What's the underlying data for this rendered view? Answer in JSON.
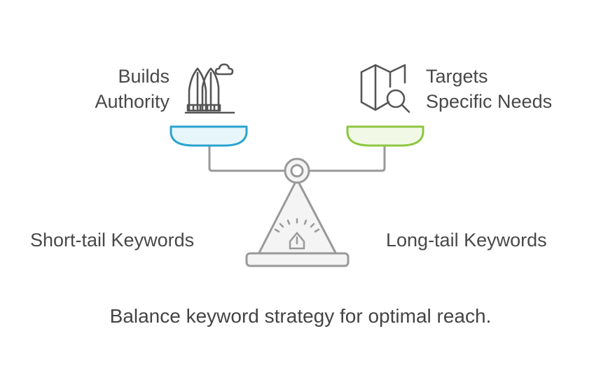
{
  "left_side": {
    "benefit_line1": "Builds",
    "benefit_line2": "Authority",
    "category": "Short-tail Keywords",
    "icon": "skyscrapers-icon",
    "pan_color": "#2aa3cf",
    "pan_fill": "#e6f6fb"
  },
  "right_side": {
    "benefit_line1": "Targets",
    "benefit_line2": "Specific Needs",
    "category": "Long-tail Keywords",
    "icon": "map-search-icon",
    "pan_color": "#8cc63f",
    "pan_fill": "#f1f9e6"
  },
  "caption": "Balance keyword strategy for optimal reach.",
  "scale": {
    "stroke_color": "#999999",
    "fill_color": "#f4f4f4",
    "icon": "balance-scale-icon"
  }
}
